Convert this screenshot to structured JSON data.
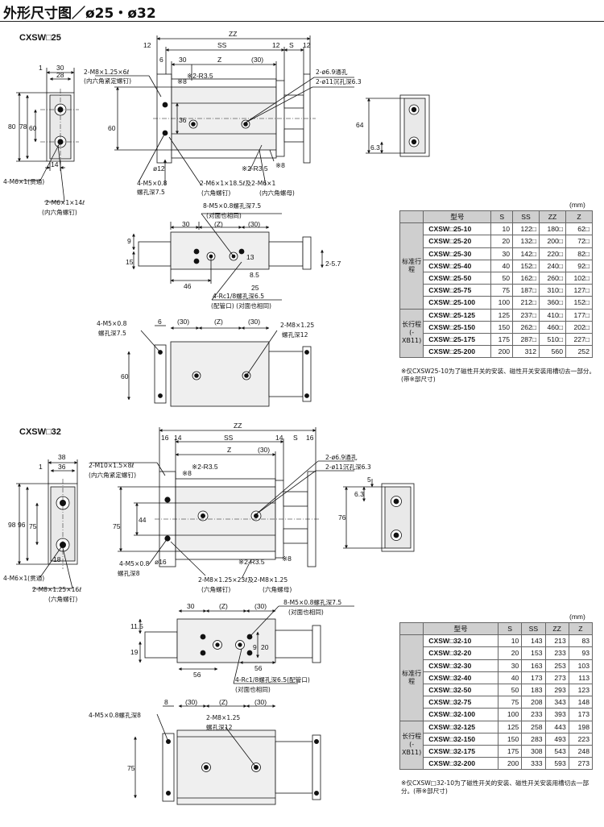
{
  "page_title": "外形尺寸图／ø25・ø32",
  "sections": [
    {
      "model_label": "CXSW□25",
      "unit": "(mm)",
      "table": {
        "headers": [
          "型号",
          "S",
          "SS",
          "ZZ",
          "Z"
        ],
        "groups": [
          {
            "label": "标准行程",
            "rows": [
              [
                "CXSW□25-10",
                "10",
                "122□",
                "180□",
                "62□"
              ],
              [
                "CXSW□25-20",
                "20",
                "132□",
                "200□",
                "72□"
              ],
              [
                "CXSW□25-30",
                "30",
                "142□",
                "220□",
                "82□"
              ],
              [
                "CXSW□25-40",
                "40",
                "152□",
                "240□",
                "92□"
              ],
              [
                "CXSW□25-50",
                "50",
                "162□",
                "260□",
                "102□"
              ],
              [
                "CXSW□25-75",
                "75",
                "187□",
                "310□",
                "127□"
              ],
              [
                "CXSW□25-100",
                "100",
                "212□",
                "360□",
                "152□"
              ]
            ]
          },
          {
            "label": "长行程 (-XB11)",
            "rows": [
              [
                "CXSW□25-125",
                "125",
                "237□",
                "410□",
                "177□"
              ],
              [
                "CXSW□25-150",
                "150",
                "262□",
                "460□",
                "202□"
              ],
              [
                "CXSW□25-175",
                "175",
                "287□",
                "510□",
                "227□"
              ],
              [
                "CXSW□25-200",
                "200",
                "312",
                "560",
                "252"
              ]
            ]
          }
        ]
      },
      "footnote": "※仅CXSW25-10为了磁性开关的安装、磁性开关安装用槽切去一部分。(带※部尺寸)",
      "labels": {
        "zz": "ZZ",
        "ss": "SS",
        "z": "Z",
        "s": "S",
        "paren30": "(30)",
        "parenz": "(Z)",
        "d12a": "12",
        "d6": "6",
        "d30": "30",
        "d12b": "12",
        "d12c": "12",
        "d1": "1",
        "d30w": "30",
        "d28": "28",
        "d80": "80",
        "d78": "78",
        "d60": "60",
        "d14": "14",
        "d60b": "60",
        "d36": "36",
        "d12dia": "ø12",
        "d64": "64",
        "d63": "6.3",
        "d9": "9",
        "d15": "15",
        "d46": "46",
        "d13": "13",
        "d85": "8.5",
        "d25": "25",
        "d257": "2-5.7",
        "d6b": "6",
        "d30b": "(30)",
        "d30c": "(30)",
        "zb": "(Z)",
        "d60c": "60",
        "m8": "※8",
        "r35": "※2-R3.5",
        "m8b": "※8",
        "r35b": "※2-R3.5",
        "c1": "2-M8×1.25×6ℓ",
        "c2": "(内六角紧定螺钉)",
        "c3": "2-ø6.9通孔",
        "c4": "2-ø11沉孔深6.3",
        "c5": "4-M6×1(贯通)",
        "c6": "2-M6×1×14ℓ",
        "c7": "(内六角螺钉)",
        "c8": "4-M5×0.8",
        "c9": "螺孔深7.5",
        "c10": "2-M6×1×18.5ℓ及2-M6×1",
        "c11": "(六角螺钉)",
        "c12": "(内六角螺母)",
        "c13": "8-M5×0.8螺孔深7.5",
        "c14": "(对面也相同)",
        "c15": "4-Rc1/8螺孔深6.5",
        "c16": "(配管口) (对面也相同)",
        "c17": "4-M5×0.8",
        "c18": "螺孔深7.5",
        "c19": "2-M8×1.25",
        "c20": "螺孔深12"
      }
    },
    {
      "model_label": "CXSW□32",
      "unit": "(mm)",
      "table": {
        "headers": [
          "型号",
          "S",
          "SS",
          "ZZ",
          "Z"
        ],
        "groups": [
          {
            "label": "标准行程",
            "rows": [
              [
                "CXSW□32-10",
                "10",
                "143",
                "213",
                "83"
              ],
              [
                "CXSW□32-20",
                "20",
                "153",
                "233",
                "93"
              ],
              [
                "CXSW□32-30",
                "30",
                "163",
                "253",
                "103"
              ],
              [
                "CXSW□32-40",
                "40",
                "173",
                "273",
                "113"
              ],
              [
                "CXSW□32-50",
                "50",
                "183",
                "293",
                "123"
              ],
              [
                "CXSW□32-75",
                "75",
                "208",
                "343",
                "148"
              ],
              [
                "CXSW□32-100",
                "100",
                "233",
                "393",
                "173"
              ]
            ]
          },
          {
            "label": "长行程 (-XB11)",
            "rows": [
              [
                "CXSW□32-125",
                "125",
                "258",
                "443",
                "198"
              ],
              [
                "CXSW□32-150",
                "150",
                "283",
                "493",
                "223"
              ],
              [
                "CXSW□32-175",
                "175",
                "308",
                "543",
                "248"
              ],
              [
                "CXSW□32-200",
                "200",
                "333",
                "593",
                "273"
              ]
            ]
          }
        ]
      },
      "footnote": "※仅CXSW□32-10为了磁性开关的安装、磁性开关安装用槽切去一部分。(带※部尺寸)",
      "labels": {
        "zz": "ZZ",
        "ss": "SS",
        "z": "Z",
        "s": "S",
        "paren30": "(30)",
        "parenz": "(Z)",
        "d16": "16",
        "d14": "14",
        "d14b": "14",
        "d16b": "16",
        "d38": "38",
        "d36": "36",
        "d1": "1",
        "d98": "98",
        "d96": "96",
        "d75": "75",
        "d18": "18",
        "d75b": "75",
        "d44": "44",
        "d16dia": "ø16",
        "d76": "76",
        "d63": "6.3",
        "d5": "5",
        "d115": "11.5",
        "d19": "19",
        "d56a": "56",
        "d56b": "56",
        "d9": "9",
        "d20": "20",
        "d30a": "30",
        "d30b": "(30)",
        "zb": "(Z)",
        "d30c": "(30)",
        "d8": "8",
        "d30d": "(30)",
        "d30e": "(30)",
        "zc": "(Z)",
        "d75c": "75",
        "m8": "※8",
        "r35": "※2-R3.5",
        "m8b": "※8",
        "r35b": "※2-R3.5",
        "c1": "2-M10×1.5×8ℓ",
        "c2": "(内六角紧定螺钉)",
        "c3": "2-ø6.9通孔",
        "c4": "2-ø11沉孔深6.3",
        "c5": "4-M6×1(贯通)",
        "c6": "2-M8×1.25×16ℓ",
        "c7": "(六角螺钉)",
        "c8": "4-M5×0.8",
        "c9": "螺孔深8",
        "c10": "2-M8×1.25×23ℓ及2-M8×1.25",
        "c11": "(六角螺钉)",
        "c12": "(六角螺母)",
        "c13": "8-M5×0.8螺孔深7.5",
        "c14": "(对面也相同)",
        "c15": "4-Rc1/8螺孔深6.5(配管口)",
        "c16": "(对面也相同)",
        "c17": "4-M5×0.8螺孔深8",
        "c19": "2-M8×1.25",
        "c20": "螺孔深12"
      }
    }
  ]
}
